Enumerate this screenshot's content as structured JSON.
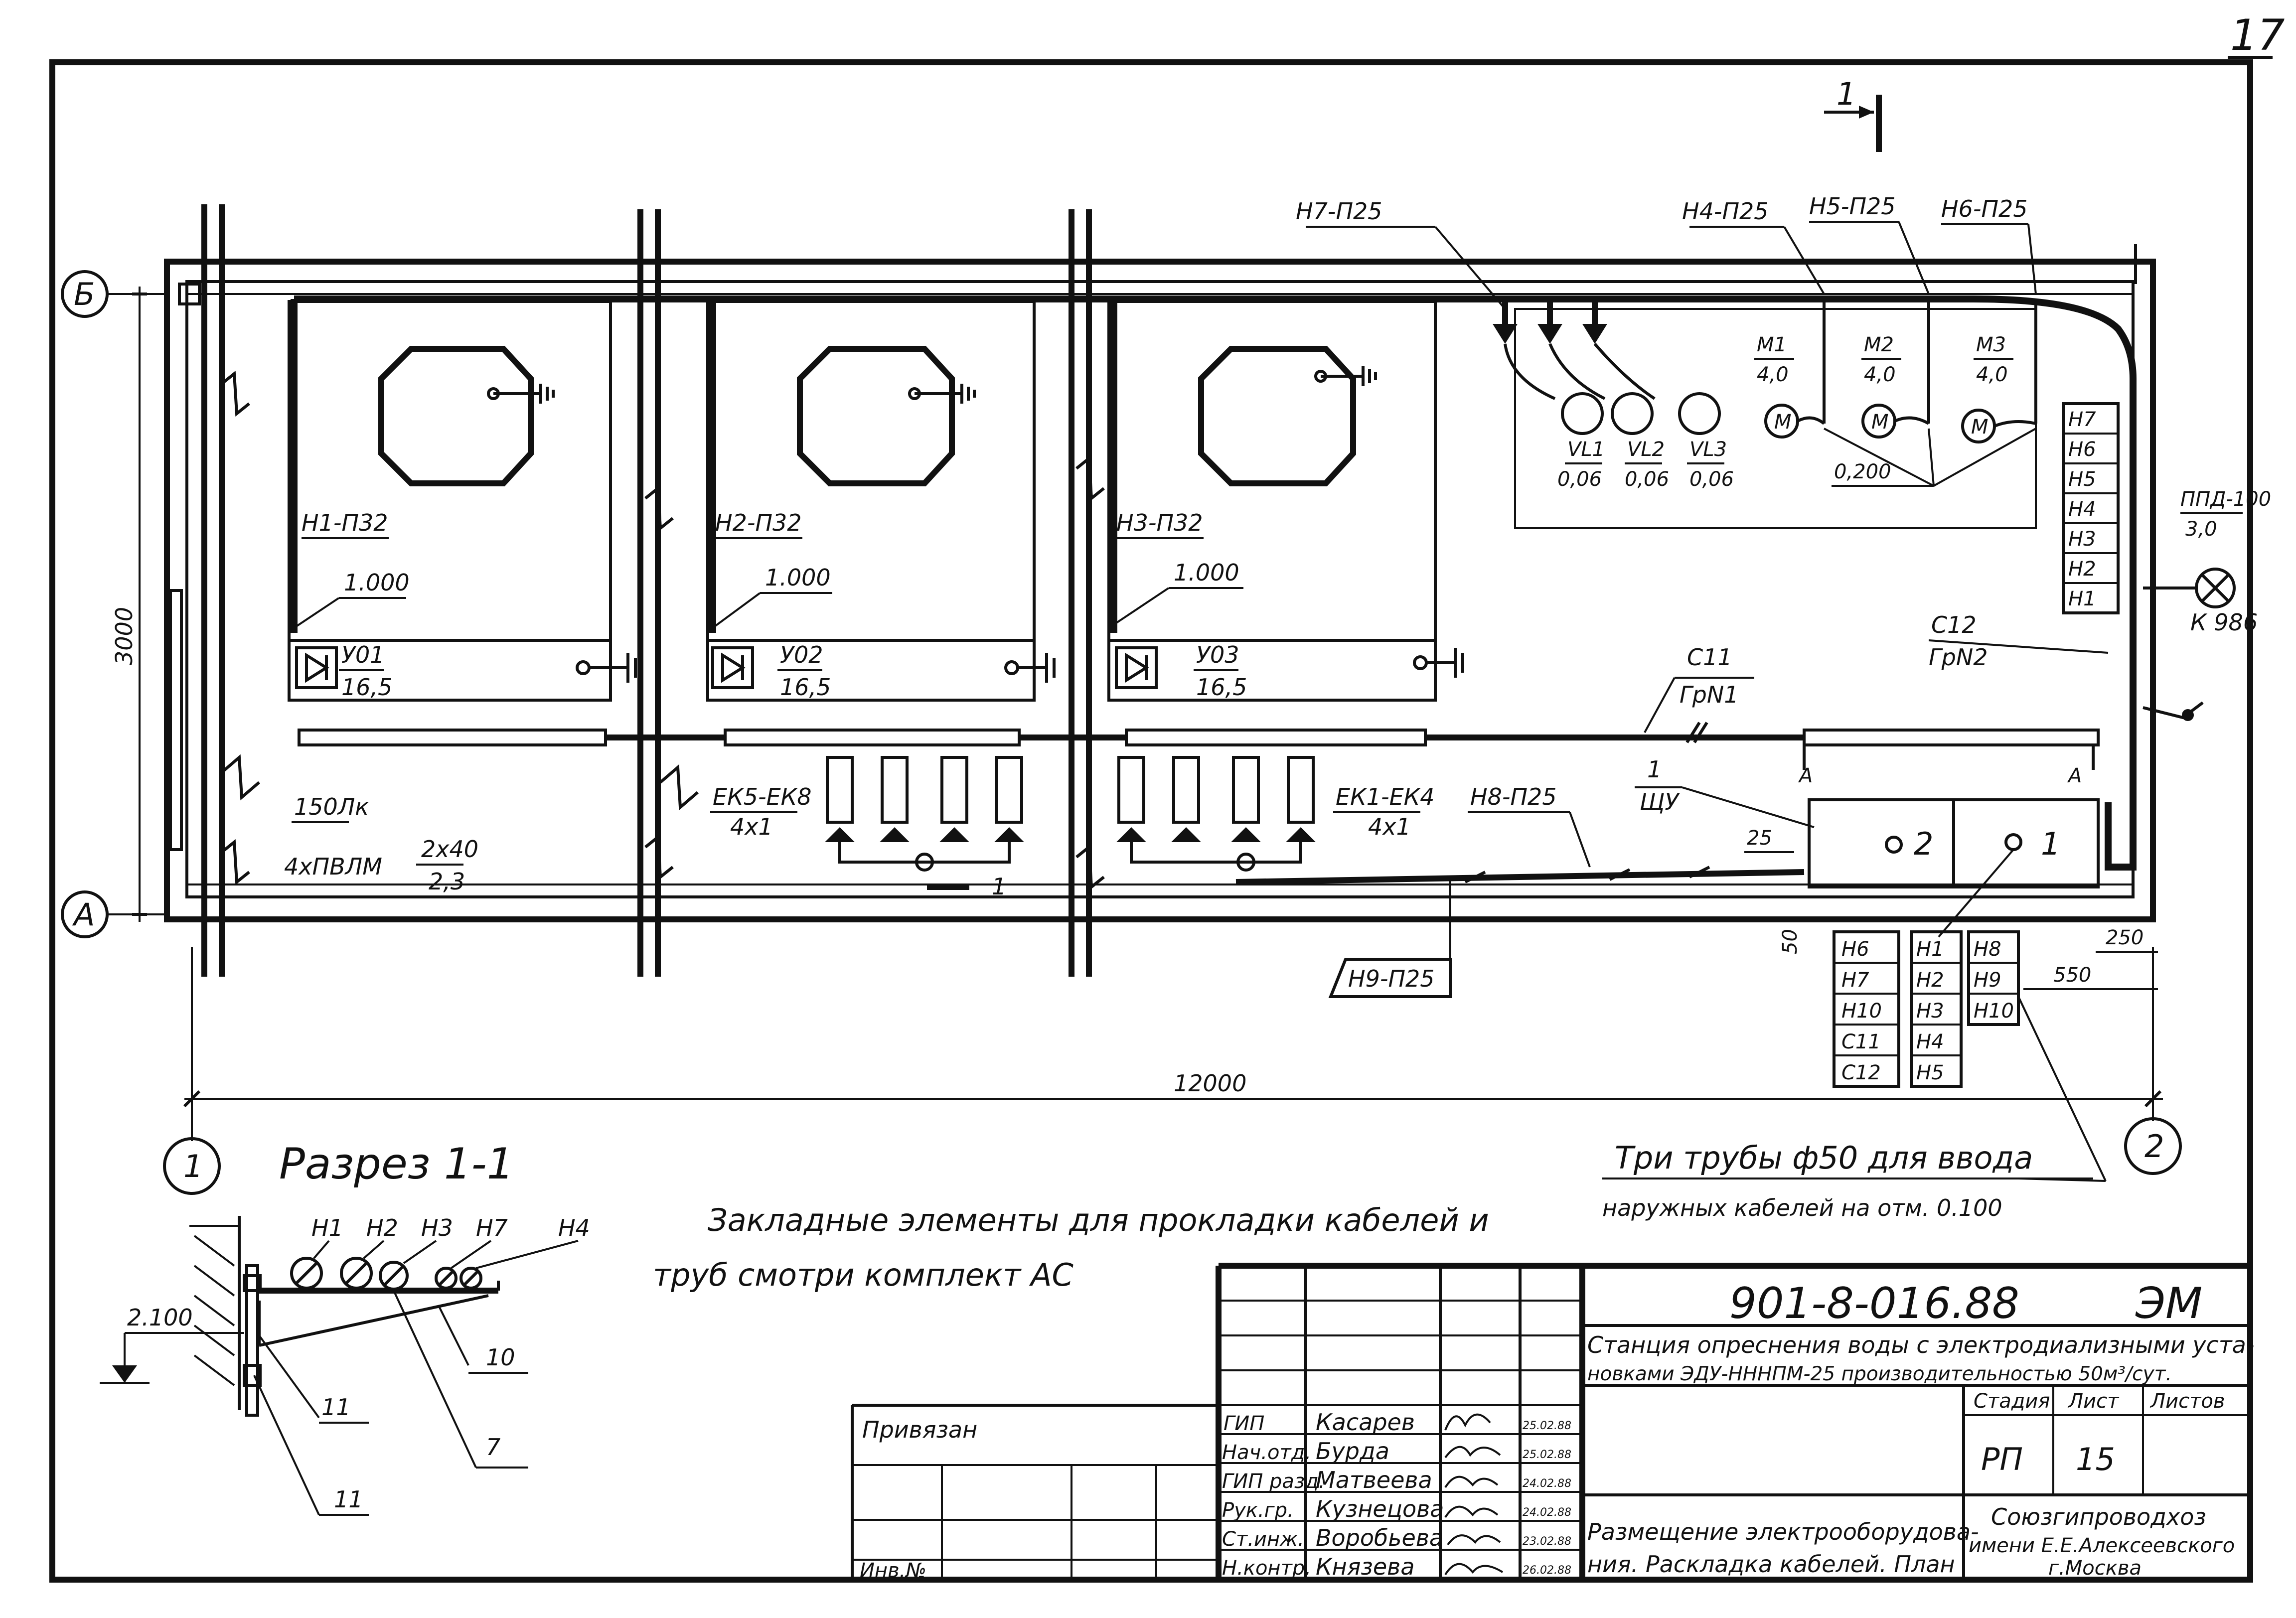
{
  "sheet": {
    "page_number": "17",
    "section_mark": "1"
  },
  "grid": {
    "axis_b": "Б",
    "axis_a": "А",
    "axis_1": "1",
    "axis_2": "2",
    "dim_height": "3000",
    "dim_length": "12000",
    "dim_250": "250",
    "dim_550": "550",
    "dim_50": "50",
    "dim_25": "25"
  },
  "plan": {
    "lbl_h7": "Н7-П25",
    "lbl_h4": "Н4-П25",
    "lbl_h5": "Н5-П25",
    "lbl_h6": "Н6-П25",
    "lbl_n1": "Н1-П32",
    "lbl_n2": "Н2-П32",
    "lbl_n3": "Н3-П32",
    "lbl_1000a": "1.000",
    "lbl_1000b": "1.000",
    "lbl_1000c": "1.000",
    "u01": "У01",
    "u02": "У02",
    "u03": "У03",
    "u_val1": "16,5",
    "u_val2": "16,5",
    "u_val3": "16,5",
    "m1": "М1",
    "m2": "М2",
    "m3": "М3",
    "m_val1": "4,0",
    "m_val2": "4,0",
    "m_val3": "4,0",
    "vl1": "VL1",
    "vl2": "VL2",
    "vl3": "VL3",
    "vl_val1": "0,06",
    "vl_val2": "0,06",
    "vl_val3": "0,06",
    "m_motor": "М",
    "lbl_0200": "0,200",
    "lbl_ppd": "ППД-100",
    "lbl_ppd_val": "3,0",
    "lbl_k986": "К 986",
    "lbl_c12": "С12",
    "lbl_grn2": "ГрN2",
    "lbl_c11": "С11",
    "lbl_grn1": "ГрN1",
    "lbl_1": "1",
    "lbl_shu": "ЩУ",
    "lbl_150lk": "150Лк",
    "lbl_4xpvlm": "4хПВЛМ",
    "lbl_2x40": "2х40",
    "lbl_23": "2,3",
    "lbl_ek58": "ЕК5-ЕК8",
    "lbl_4x1a": "4х1",
    "lbl_ek14": "ЕК1-ЕК4",
    "lbl_4x1b": "4х1",
    "lbl_h8": "Н8-П25",
    "lbl_h9": "Н9-П25",
    "lbl_one": "1",
    "panel_1": "1",
    "panel_2": "2",
    "lbl_marker_a": "А",
    "cables_right": [
      "Н7",
      "Н6",
      "Н5",
      "Н4",
      "Н3",
      "Н2",
      "Н1"
    ],
    "cables_col1": [
      "Н6",
      "Н7",
      "Н10",
      "С11",
      "С12"
    ],
    "cables_col2": [
      "Н1",
      "Н2",
      "Н3",
      "Н4",
      "Н5"
    ],
    "cables_col3": [
      "Н8",
      "Н9",
      "Н10"
    ],
    "pipes_note_1": "Три трубы ф50 для ввода",
    "pipes_note_2": "наружных кабелей на отм. 0.100"
  },
  "section": {
    "title": "Разрез 1-1",
    "h1": "Н1",
    "h2": "Н2",
    "h3": "Н3",
    "h7": "Н7",
    "h4": "Н4",
    "elev": "2.100",
    "n10": "10",
    "n7": "7",
    "n11a": "11",
    "n11b": "11"
  },
  "note": {
    "line1": "Закладные элементы для прокладки кабелей и",
    "line2": "труб смотри комплект АС"
  },
  "titleblock": {
    "code": "901-8-016.88",
    "mark": "ЭМ",
    "desc_line1": "Станция опреснения воды с электродиализными уста-",
    "desc_line2": "новками ЭДУ-НННПМ-25 производительностью 50м³/сут.",
    "drawing_line1": "Размещение электрооборудова-",
    "drawing_line2": "ния. Раскладка кабелей. План",
    "stage_h": "Стадия",
    "sheet_h": "Лист",
    "sheets_h": "Листов",
    "stage": "РП",
    "sheet_no": "15",
    "org_line1": "Союзгипроводхоз",
    "org_line2": "имени Е.Е.Алексеевского",
    "org_line3": "г.Москва",
    "privyazan": "Привязан",
    "inv": "Инв.№",
    "roles": [
      "ГИП",
      "Нач.отд.",
      "ГИП разд.",
      "Рук.гр.",
      "Ст.инж.",
      "Н.контр."
    ],
    "names": [
      "Касарев",
      "Бурда",
      "Матвеева",
      "Кузнецова",
      "Воробьева",
      "Князева"
    ],
    "dates": [
      "25.02.88",
      "25.02.88",
      "24.02.88",
      "24.02.88",
      "23.02.88",
      "26.02.88"
    ]
  }
}
